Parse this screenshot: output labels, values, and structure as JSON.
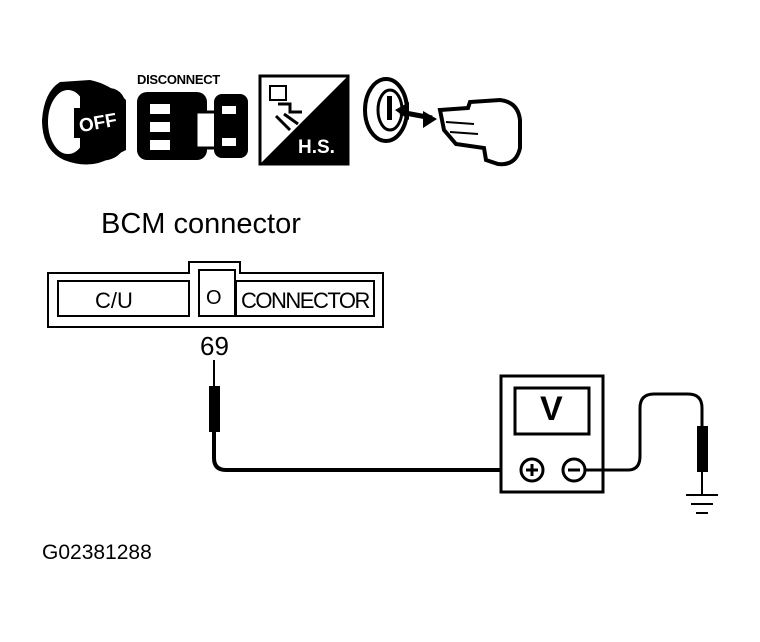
{
  "diagram": {
    "title": "BCM connector",
    "connector": {
      "left_label": "C/U",
      "cavity_label": "O",
      "right_label": "CONNECTOR"
    },
    "pin": "69",
    "meter_label": "V",
    "figure_code": "G02381288"
  },
  "icons": {
    "ignition": {
      "name": "ignition-off-icon",
      "text": "OFF"
    },
    "disconnect": {
      "name": "disconnect-connector-icon",
      "text": "DISCONNECT"
    },
    "harness": {
      "name": "harness-side-icon",
      "text": "H.S."
    },
    "key": {
      "name": "key-removed-icon"
    }
  },
  "colors": {
    "line": "#000000",
    "background": "#ffffff"
  }
}
